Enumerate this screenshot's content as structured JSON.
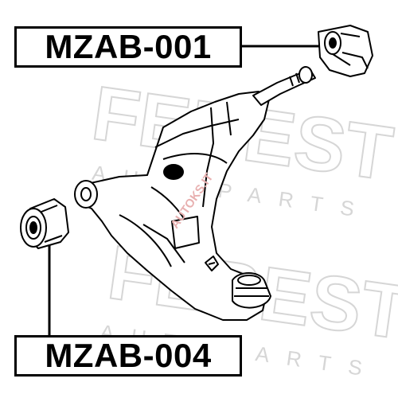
{
  "parts": {
    "top_label": "MZAB-001",
    "bottom_label": "MZAB-004"
  },
  "watermark": {
    "brand_upper": "FEBEST",
    "brand_lower": "FEBEST",
    "sub_upper": "AUTOPARTS",
    "sub_lower": "AUTOPARTS",
    "site": "AUTOKS.IT"
  },
  "colors": {
    "line": "#000000",
    "watermark": "#d9d9d9",
    "site_watermark": "#e03030"
  }
}
